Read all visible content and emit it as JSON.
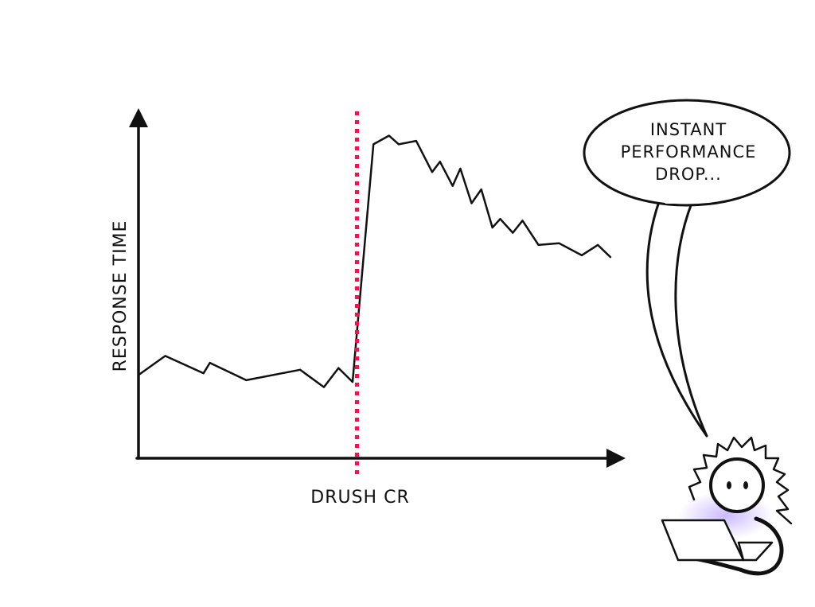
{
  "chart_data": {
    "type": "line",
    "xlabel": "",
    "ylabel": "RESPONSE TIME",
    "xlim": [
      0,
      100
    ],
    "ylim": [
      0,
      100
    ],
    "grid": false,
    "legend": "none",
    "marker": {
      "x": 45,
      "label": "DRUSH CR",
      "style": "dotted",
      "color": "#e8174f"
    },
    "series": [
      {
        "x": [
          0,
          5.5,
          13.4,
          14.7,
          22.2,
          33.3,
          38.2,
          41.2,
          44.1,
          48.4,
          51.6,
          53.6,
          57.2,
          60.5,
          62.1,
          64.7,
          66.3,
          68.6,
          70.6,
          72.9,
          74.5,
          77.1,
          79.1,
          82.4,
          86.6,
          91.3,
          94.6,
          97.2
        ],
        "y": [
          24,
          29.5,
          24.5,
          27.5,
          22.5,
          25.5,
          20.5,
          26,
          22,
          90.5,
          93,
          90.5,
          91.5,
          82.5,
          85.5,
          78.5,
          83.5,
          73.5,
          77.5,
          66.5,
          69,
          65,
          68.5,
          61.5,
          62,
          58.5,
          61.5,
          58
        ]
      }
    ],
    "bubble": {
      "lines": [
        "INSTANT",
        "PERFORMANCE",
        "DROP..."
      ]
    }
  },
  "colors": {
    "ink": "#111111",
    "marker": "#e8174f",
    "screen_glow": "#b9a3ff",
    "background": "#ffffff"
  }
}
